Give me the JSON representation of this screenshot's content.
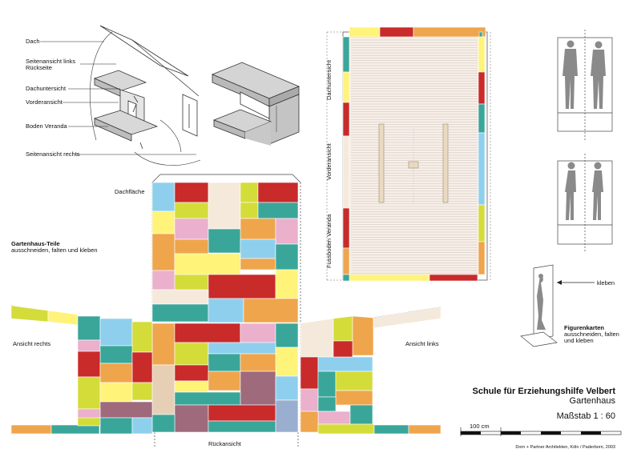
{
  "iso_labels": {
    "dach": "Dach",
    "seite_links": "Seitenansicht links",
    "rueckseite": "Rückseite",
    "dachunter": "Dachuntersicht",
    "vorder": "Vorderansicht",
    "boden": "Boden Veranda",
    "seite_rechts": "Seitenansicht rechts"
  },
  "net_labels": {
    "dachflaeche": "Dachfläche",
    "ansicht_rechts": "Ansicht rechts",
    "ansicht_links": "Ansicht links",
    "rueckansicht": "Rückansicht"
  },
  "teile": {
    "heading": "Gartenhaus-Teile",
    "text": "ausschneiden, falten und kleben"
  },
  "plan_labels": {
    "dachuntersicht": "Dachuntersicht",
    "vorderansicht": "Vorderansicht",
    "fussboden": "Fussboden Veranda"
  },
  "figures": {
    "kleben": "kleben",
    "heading": "Figurenkarten",
    "line1": "ausschneiden, falten",
    "line2": "und kleben"
  },
  "titleblock": {
    "school": "Schule für Erziehungshilfe Velbert",
    "project": "Gartenhaus",
    "scale": "Maßstab 1 : 60",
    "scalebar": "100 cm",
    "credits": "Dorn + Partner Architekten, Köln / Paderborn, 2003"
  },
  "colors": {
    "red": "#c92a2a",
    "teal": "#3aa69a",
    "yellow": "#fff37a",
    "lime": "#d4dc3a",
    "orange": "#efa54c",
    "pink": "#eab0cc",
    "lightblue": "#8fcfee",
    "cream": "#f5e9dc",
    "mauve": "#9e6a7c",
    "lavender": "#9aaed0",
    "tan": "#e6cfb5"
  }
}
